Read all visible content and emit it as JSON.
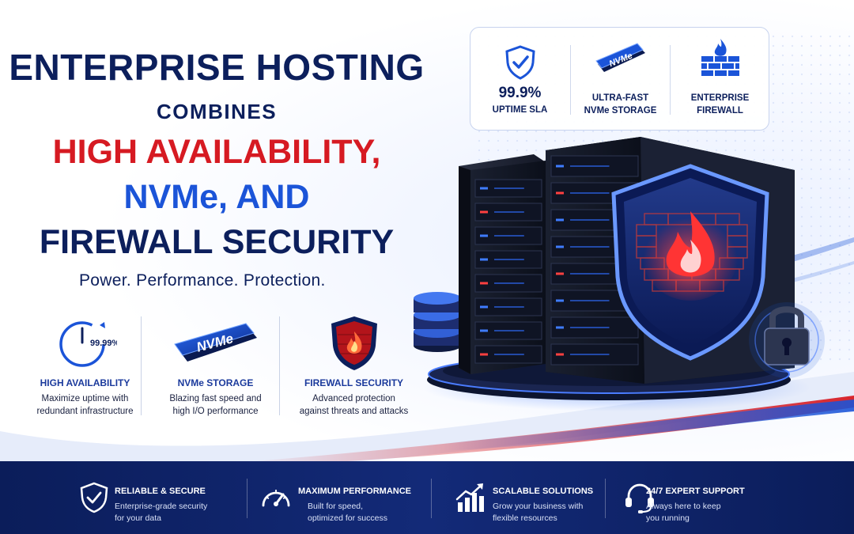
{
  "headline": {
    "line1": "ENTERPRISE HOSTING",
    "line2": "COMBINES",
    "line3": "HIGH AVAILABILITY,",
    "line4": "NVMe, AND",
    "line5": "FIREWALL SECURITY"
  },
  "tagline": "Power. Performance. Protection.",
  "features": [
    {
      "title": "HIGH AVAILABILITY",
      "desc1": "Maximize uptime with",
      "desc2": "redundant infrastructure",
      "icon": "uptime-clock-icon",
      "icon_text": "99.99%"
    },
    {
      "title": "NVMe STORAGE",
      "desc1": "Blazing fast speed and",
      "desc2": "high I/O performance",
      "icon": "nvme-drive-icon",
      "icon_text": "NVMe"
    },
    {
      "title": "FIREWALL SECURITY",
      "desc1": "Advanced protection",
      "desc2": "against threats and attacks",
      "icon": "firewall-shield-icon"
    }
  ],
  "sla_card": [
    {
      "big": "99.9%",
      "label1": "UPTIME SLA",
      "label2": "",
      "icon": "shield-check-icon"
    },
    {
      "big": "",
      "label1": "ULTRA-FAST",
      "label2": "NVMe STORAGE",
      "icon": "nvme-chip-icon",
      "icon_text": "NVMe"
    },
    {
      "big": "",
      "label1": "ENTERPRISE",
      "label2": "FIREWALL",
      "icon": "brick-firewall-icon"
    }
  ],
  "bottom_band": [
    {
      "title": "RELIABLE & SECURE",
      "desc1": "Enterprise-grade security",
      "desc2": "for your data",
      "icon": "shield-check-icon"
    },
    {
      "title": "MAXIMUM PERFORMANCE",
      "desc1": "Built for speed,",
      "desc2": "optimized for success",
      "icon": "speedometer-icon"
    },
    {
      "title": "SCALABLE SOLUTIONS",
      "desc1": "Grow your business with",
      "desc2": "flexible resources",
      "icon": "growth-chart-icon"
    },
    {
      "title": "24/7 EXPERT SUPPORT",
      "desc1": "Always here to keep",
      "desc2": "you running",
      "icon": "headset-icon"
    }
  ],
  "colors": {
    "navy": "#0c1f5c",
    "red": "#d61a22",
    "blue": "#1b54d8",
    "band": "#0b1d5a"
  }
}
